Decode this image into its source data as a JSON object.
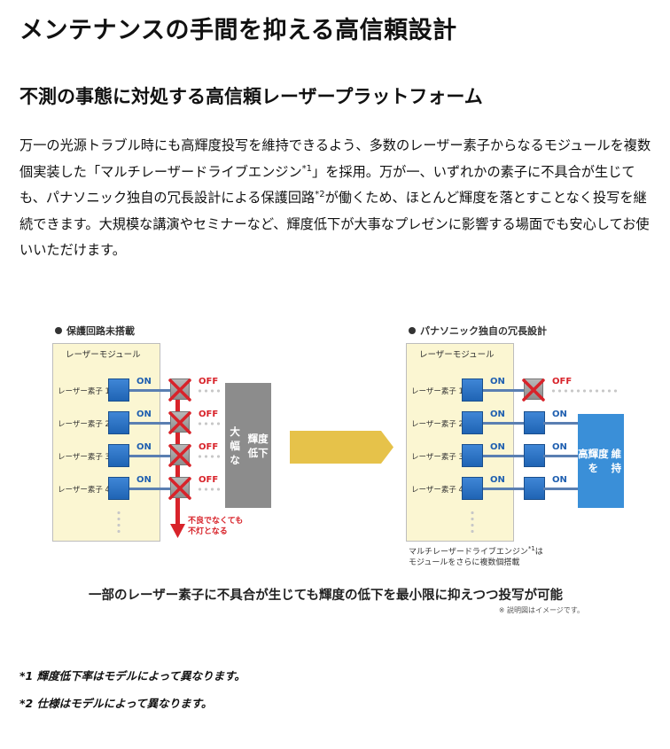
{
  "heading": "メンテナンスの手間を抑える高信頼設計",
  "subheading": "不測の事態に対処する高信頼レーザープラットフォーム",
  "paragraph": {
    "part1": "万一の光源トラブル時にも高輝度投写を維持できるよう、多数のレーザー素子からなるモジュールを複数個実装した「マルチレーザードライブエンジン",
    "sup1": "*1",
    "part2": "」を採用。万が一、いずれかの素子に不具合が生じても、パナソニック独自の冗長設計による保護回路",
    "sup2": "*2",
    "part3": "が働くため、ほとんど輝度を落とすことなく投写を継続できます。大規模な講演やセミナーなど、輝度低下が大事なプレゼンに影響する場面でも安心してお使いいただけます。"
  },
  "diagram": {
    "left": {
      "title": "保護回路未搭載",
      "module_title": "レーザーモジュール",
      "elements": [
        {
          "label": "レーザー素子 1",
          "state": "ON",
          "out": "OFF"
        },
        {
          "label": "レーザー素子 2",
          "state": "ON",
          "out": "OFF"
        },
        {
          "label": "レーザー素子 3",
          "state": "ON",
          "out": "OFF"
        },
        {
          "label": "レーザー素子 4",
          "state": "ON",
          "out": "OFF"
        }
      ],
      "result_box_line1": "大幅な",
      "result_box_line2": "輝度低下",
      "red_note_line1": "不良でなくても",
      "red_note_line2": "不灯となる"
    },
    "right": {
      "title": "パナソニック独自の冗長設計",
      "module_title": "レーザーモジュール",
      "elements": [
        {
          "label": "レーザー素子 1",
          "state": "ON",
          "out": "OFF"
        },
        {
          "label": "レーザー素子 2",
          "state": "ON",
          "out": "ON"
        },
        {
          "label": "レーザー素子 3",
          "state": "ON",
          "out": "ON"
        },
        {
          "label": "レーザー素子 4",
          "state": "ON",
          "out": "ON"
        }
      ],
      "result_box_line1": "高輝度を",
      "result_box_line2": "維持",
      "engine_note_line1": "マルチレーザードライブエンジン",
      "engine_note_sup": "*1",
      "engine_note_suffix": "は",
      "engine_note_line2": "モジュールをさらに複数個搭載"
    },
    "caption": "一部のレーザー素子に不具合が生じても輝度の低下を最小限に抑えつつ投写が可能",
    "note": "※ 説明図はイメージです。"
  },
  "footnotes": [
    "*1 輝度低下率はモデルによって異なります。",
    "*2 仕様はモデルによって異なります。"
  ],
  "colors": {
    "module_fill": "#fbf6d2",
    "laser_blue": "#2f76c8",
    "off_red": "#d8232a",
    "arrow_gold": "#e6c24a",
    "grey_box": "#8c8c8c",
    "blue_box": "#3a8fd8"
  }
}
